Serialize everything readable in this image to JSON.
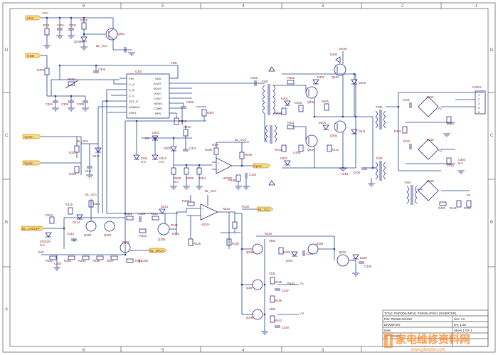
{
  "sheet": {
    "col_labels": [
      "6",
      "5",
      "4",
      "3",
      "2",
      "1"
    ],
    "row_labels": [
      "D",
      "C",
      "B",
      "A"
    ]
  },
  "title_block": {
    "title": "TITLE: PSPI206-INP18, PSPI00-4PS01 (INVERTER)",
    "pn": "P/N: PE9161301252",
    "size": "size: A3",
    "rev": "rev: 1.05",
    "drawn": "DRAWN BY",
    "date": "Date",
    "approved": "APPROVED",
    "sheet_no": "Sheet  1  OF  1"
  },
  "nets": {
    "p24v": "+24V",
    "gnd": "GND",
    "vpwm_a": "Vpwm",
    "vpwm_b": "Vpwm",
    "bl_on": "BL_ON/OFF",
    "bl_vcc": "BL_VCC",
    "fb": "Fprot",
    "p12v": "+12V",
    "hv_a": "A1",
    "hv_b": "A2",
    "cn401": "CN401"
  },
  "ic": {
    "name": "U301",
    "left_pins": [
      "VIN",
      "C_A",
      "C_B",
      "C_C",
      "SST_R",
      "ENABLE",
      "VDP2"
    ],
    "right_pins": [
      "VDD",
      "AOUT",
      "BOUT",
      "DOUT",
      "COUT",
      "ISENS",
      "COMP",
      "RPS"
    ]
  },
  "opamp": {
    "name": "U302A"
  },
  "watermark": {
    "text": "家电维修资料网",
    "url": "www.jdwxzlw.com"
  },
  "parts": {
    "t401": "T401",
    "t402": "T402",
    "t403": "T403",
    "q401": "Q401",
    "q402": "Q402",
    "q403": "Q403",
    "q404": "Q404",
    "d401": "D401",
    "d402": "D402",
    "d403": "D403",
    "q301": "Q301",
    "q303": "Q303",
    "q304": "Q304",
    "q305": "Q305",
    "u303": "U303"
  }
}
